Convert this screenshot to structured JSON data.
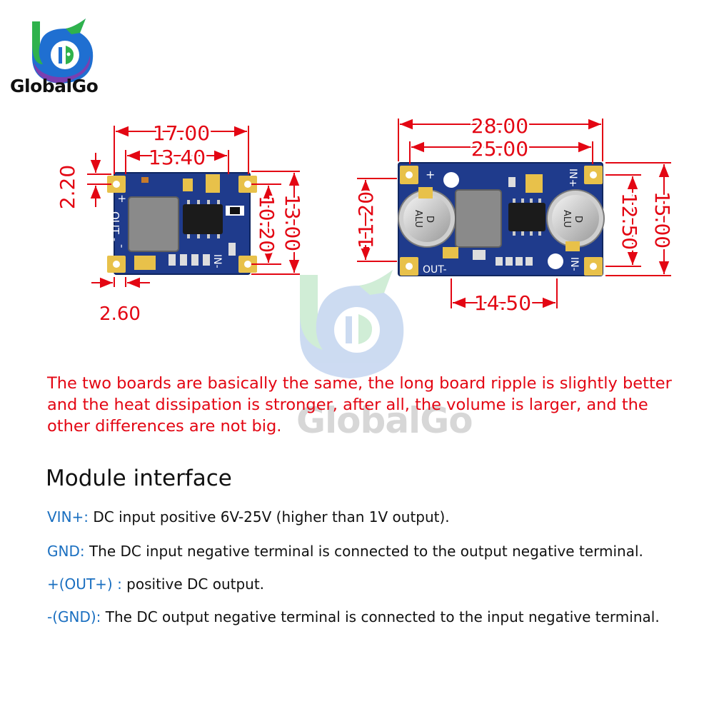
{
  "brand": {
    "name": "GlobalGo",
    "watermark": "GlobalGo",
    "colors": {
      "green": "#2fb24c",
      "blue": "#1f6fd1",
      "purple": "#7a3fb0",
      "text": "#111111"
    }
  },
  "small_board": {
    "dimensions": {
      "overall_width": "17.00",
      "hole_spacing_x": "13.40",
      "hole_offset_y": "2.20",
      "hole_spacing_y": "10.20",
      "overall_height": "13.00",
      "hole_offset_x": "2.60"
    },
    "labels": {
      "plus": "+",
      "out": "OUT -",
      "minus": "-",
      "in_minus": "IN-"
    }
  },
  "large_board": {
    "dimensions": {
      "overall_width": "28.00",
      "hole_spacing_x": "25.00",
      "left_height": "11.20",
      "hole_spacing_y": "12.50",
      "overall_height": "15.00",
      "bottom_span": "14.50"
    },
    "labels": {
      "plus": "+",
      "in_plus": "IN+",
      "out_minus": "OUT-",
      "in_minus": "IN-",
      "cap": "ALU",
      "cap_d": "D"
    }
  },
  "note": "The two boards are basically the same, the long board ripple is slightly better and the heat dissipation is stronger, after all, the volume is larger, and the other differences are not big.",
  "interface": {
    "heading": "Module interface",
    "items": [
      {
        "term": "VIN+:",
        "text": " DC input positive 6V-25V (higher than 1V output)."
      },
      {
        "term": "GND:",
        "text": " The DC input negative terminal is connected to the output negative terminal."
      },
      {
        "term": "+(OUT+) :",
        "text": " positive DC output."
      },
      {
        "term": "-(GND):",
        "text": " The DC output negative terminal is connected to the input negative terminal."
      }
    ]
  },
  "colors": {
    "dimension": "#e30613",
    "pcb": "#1f3b8c",
    "pad": "#e8c14a",
    "term_text": "#1a6fc0"
  }
}
